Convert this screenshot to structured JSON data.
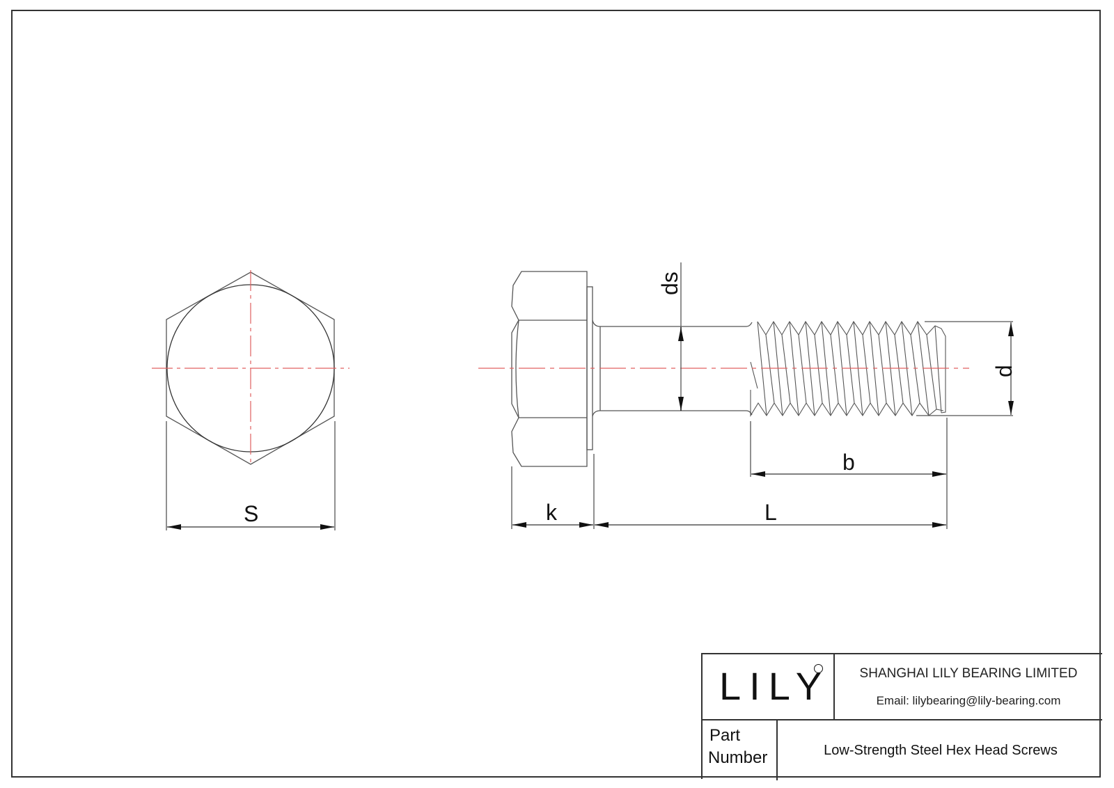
{
  "drawing": {
    "title": "Low-Strength Steel Hex Head Screws",
    "colors": {
      "outline": "#555555",
      "dimension": "#333333",
      "centerline": "#e06060",
      "frame": "#333333"
    },
    "views": {
      "front": {
        "name": "hex-head-end-view",
        "dimension_labels": [
          "S"
        ]
      },
      "side": {
        "name": "bolt-side-view",
        "dimension_labels": [
          "ds",
          "d",
          "b",
          "k",
          "L"
        ]
      }
    },
    "dimensions": {
      "s": "S",
      "ds": "ds",
      "d": "d",
      "b": "b",
      "k": "k",
      "l": "L"
    }
  },
  "title_block": {
    "logo": "LILY",
    "company": "SHANGHAI LILY BEARING LIMITED",
    "email": "Email: lilybearing@lily-bearing.com",
    "part_label_line1": "Part",
    "part_label_line2": "Number",
    "part_value": "Low-Strength Steel Hex Head Screws"
  }
}
